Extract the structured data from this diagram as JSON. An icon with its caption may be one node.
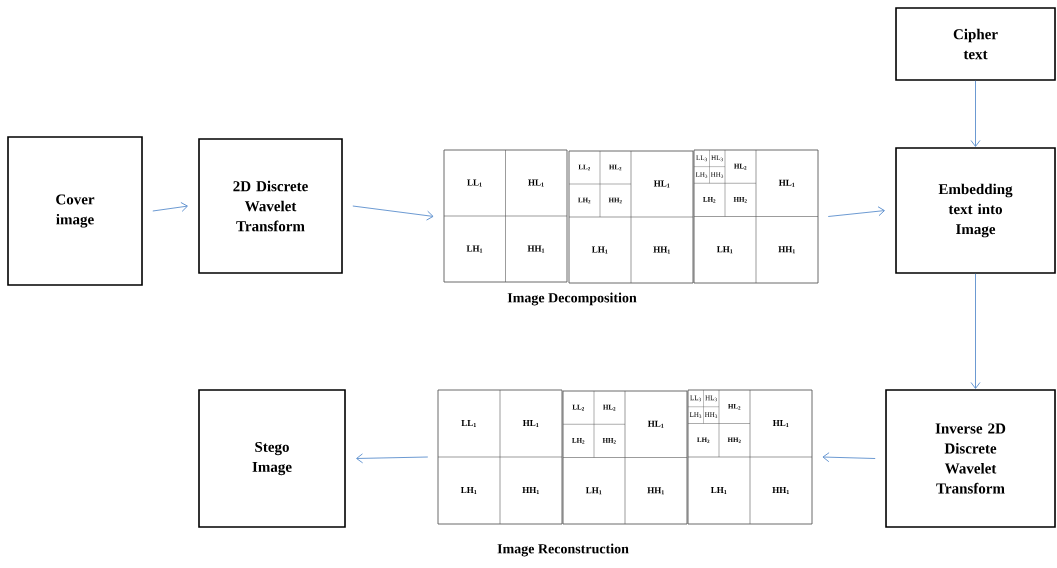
{
  "diagram": {
    "nodes": [
      {
        "text": [
          "Cipher text"
        ]
      },
      {
        "text": [
          "Cover image"
        ]
      },
      {
        "text": [
          "2D Discrete Wavelet Transform"
        ]
      },
      {
        "text": [],
        "shape": "picture",
        "beside": [
          "Image Decomposition"
        ]
      },
      {
        "text": [
          "Embedding text into Image"
        ]
      },
      {
        "text": [
          "Inverse 2D Discrete Wavelet Transform"
        ]
      },
      {
        "text": [],
        "shape": "picture",
        "beside": [
          "Image Reconstruction"
        ]
      },
      {
        "text": [
          "Stego Image"
        ]
      }
    ],
    "edges": [
      {
        "from": 1,
        "to": 2,
        "arrow": "to"
      },
      {
        "from": 2,
        "to": 3,
        "arrow": "to"
      },
      {
        "from": 3,
        "to": 4,
        "arrow": "to"
      },
      {
        "from": 0,
        "to": 4,
        "arrow": "to"
      },
      {
        "from": 4,
        "to": 5,
        "arrow": "to"
      },
      {
        "from": 5,
        "to": 6,
        "arrow": "to"
      },
      {
        "from": 6,
        "to": 7,
        "arrow": "to"
      }
    ],
    "labels": [
      "LL$_{1}$",
      "HL$_{1}$",
      "LH$_{1}$",
      "HH$_{1}$",
      "LL$_{2}$",
      "HL$_{2}$",
      "LH$_{2}$",
      "HH$_{2}$",
      "HL$_{1}$",
      "LH$_{1}$",
      "HH$_{1}$",
      "LL$_{3}$",
      "HL$_{3}$",
      "LH$_{3}$",
      "HH$_{3}$",
      "HL$_{2}$",
      "LH$_{2}$",
      "HH$_{2}$",
      "HL$_{1}$",
      "LH$_{1}$",
      "HH$_{1}$",
      "LL$_{1}$",
      "HL$_{1}$",
      "LH$_{1}$",
      "HH$_{1}$",
      "LL$_{2}$",
      "HL$_{2}$",
      "LH$_{2}$",
      "HH$_{2}$",
      "HL$_{1}$",
      "LH$_{1}$",
      "HH$_{1}$",
      "LL$_{3}$",
      "HL$_{3}$",
      "LH$_{3}$",
      "HH$_{3}$",
      "HL$_{2}$",
      "LH$_{2}$",
      "HH$_{2}$",
      "HL$_{1}$",
      "LH$_{1}$",
      "HH$_{1}$"
    ]
  }
}
